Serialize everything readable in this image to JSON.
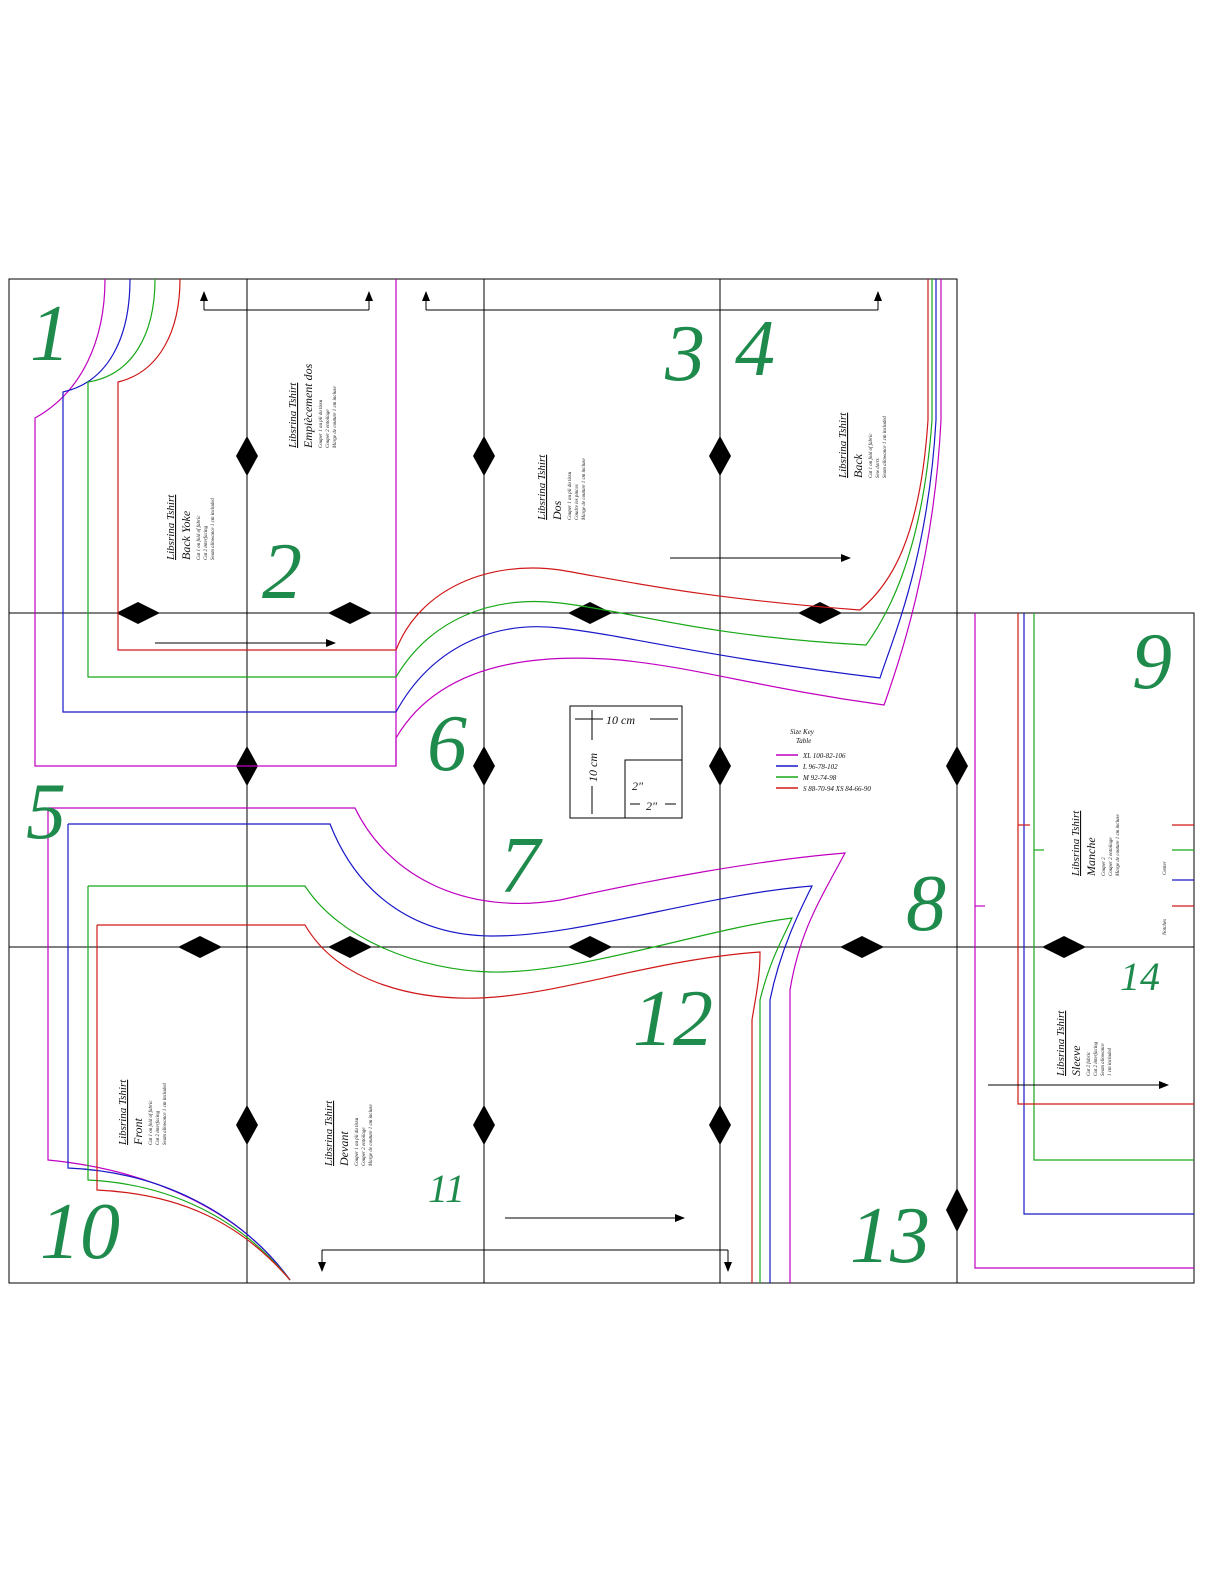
{
  "colors": {
    "xl": "#c000c0",
    "l": "#1818c8",
    "m": "#18a818",
    "s": "#d01818",
    "tile_number": "#1e8a4c",
    "grid": "#000000"
  },
  "tiles": [
    "1",
    "2",
    "3",
    "4",
    "5",
    "6",
    "7",
    "8",
    "9",
    "10",
    "11",
    "12",
    "13",
    "14"
  ],
  "pieces": {
    "back_yoke": {
      "brand": "Libsrina Tshirt",
      "name": "Back Yoke",
      "lines": [
        "Cut 1 on fold of fabric",
        "Cut 2 interfacing",
        "Seam allowance 1 cm included"
      ]
    },
    "empiecement": {
      "brand": "Libsrina Tshirt",
      "name": "Empiècement dos",
      "lines": [
        "Couper 1 au pli du tissu",
        "Couper 2 entoilage",
        "Marge de couture 1 cm incluse"
      ]
    },
    "dos": {
      "brand": "Libsrina Tshirt",
      "name": "Dos",
      "lines": [
        "Couper 1 au pli du tissu",
        "Coudre les pinces",
        "Marge de couture 1 cm incluse"
      ]
    },
    "back": {
      "brand": "Libsrina Tshirt",
      "name": "Back",
      "lines": [
        "Cut 1 on fold of fabric",
        "Sew darts",
        "Seam allowance 1 cm included"
      ]
    },
    "front": {
      "brand": "Libsrina Tshirt",
      "name": "Front",
      "lines": [
        "Cut 1 on fold of fabric",
        "Cut 2 interfacing",
        "Seam allowance 1 cm included"
      ]
    },
    "devant": {
      "brand": "Libsrina Tshirt",
      "name": "Devant",
      "lines": [
        "Couper 1 au pli du tissu",
        "Couper 2 entoilage",
        "Marge de couture 1 cm incluse"
      ]
    },
    "manche": {
      "brand": "Libsrina Tshirt",
      "name": "Manche",
      "lines": [
        "Couper 2",
        "Couper 2 entoilage",
        "Marge de couture 1 cm incluse"
      ]
    },
    "sleeve": {
      "brand": "Libsrina Tshirt",
      "name": "Sleeve",
      "lines": [
        "Cut 2 fabric",
        "Cut 2 interfacing",
        "Seam allowance",
        "1 cm included"
      ]
    }
  },
  "scale_box": {
    "width_label": "10 cm",
    "height_label": "10 cm",
    "inch_h": "2\"",
    "inch_v": "2\""
  },
  "size_key": {
    "title": "Size Key",
    "subtitle": "Table",
    "rows": [
      {
        "label": "XL 100-82-106",
        "color": "#c000c0"
      },
      {
        "label": "L 96-78-102",
        "color": "#1818c8"
      },
      {
        "label": "M 92-74-98",
        "color": "#18a818"
      },
      {
        "label": "S 88-70-94   XS 84-66-90",
        "color": "#d01818"
      }
    ]
  },
  "notes": {
    "edge_label_1": "Notches",
    "edge_label_2": "Center"
  }
}
